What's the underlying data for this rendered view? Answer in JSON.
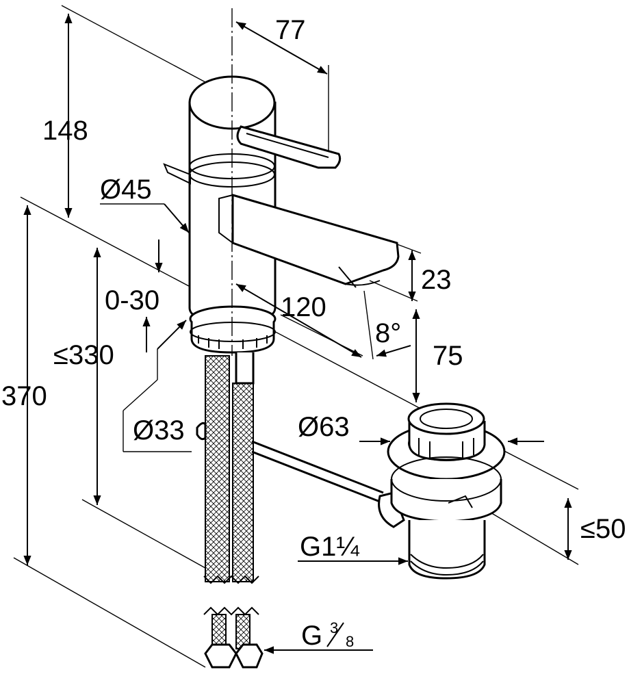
{
  "labels": {
    "height_148": "148",
    "depth_77": "77",
    "diameter_45": "Ø45",
    "range_0_30": "0-30",
    "max_330": "≤330",
    "height_370": "370",
    "diameter_33": "Ø33",
    "spout_120": "120",
    "angle_8": "8°",
    "spout_23": "23",
    "clearance_75": "75",
    "diameter_63": "Ø63",
    "max_50": "≤50",
    "thread_g114": "G1¼",
    "thread_g38_letter": "G",
    "thread_g38_num": "3",
    "thread_g38_den": "8"
  }
}
